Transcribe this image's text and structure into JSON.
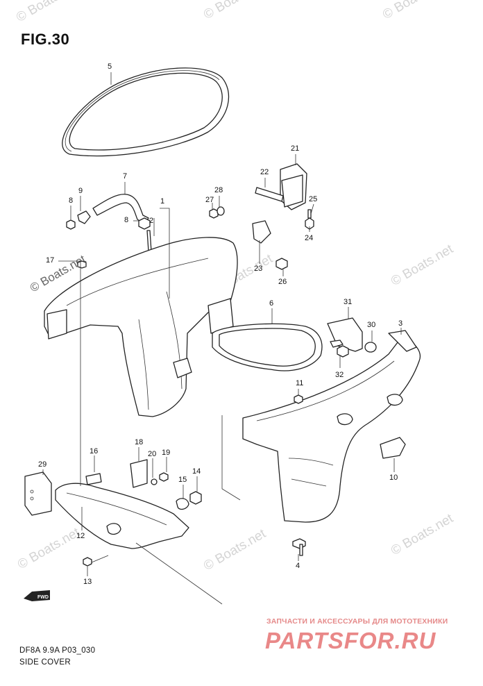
{
  "figure": {
    "title": "FIG.30",
    "model_code": "DF8A 9.9A P03_030",
    "section_name": "SIDE COVER",
    "fwd_label": "FWD"
  },
  "callouts": [
    {
      "id": "5",
      "label": "5"
    },
    {
      "id": "21",
      "label": "21"
    },
    {
      "id": "22",
      "label": "22"
    },
    {
      "id": "7",
      "label": "7"
    },
    {
      "id": "9",
      "label": "9"
    },
    {
      "id": "8a",
      "label": "8"
    },
    {
      "id": "28",
      "label": "28"
    },
    {
      "id": "27",
      "label": "27"
    },
    {
      "id": "1",
      "label": "1"
    },
    {
      "id": "25",
      "label": "25"
    },
    {
      "id": "8b",
      "label": "8"
    },
    {
      "id": "2",
      "label": "2"
    },
    {
      "id": "24",
      "label": "24"
    },
    {
      "id": "17",
      "label": "17"
    },
    {
      "id": "23",
      "label": "23"
    },
    {
      "id": "26",
      "label": "26"
    },
    {
      "id": "6",
      "label": "6"
    },
    {
      "id": "31",
      "label": "31"
    },
    {
      "id": "30",
      "label": "30"
    },
    {
      "id": "3",
      "label": "3"
    },
    {
      "id": "32",
      "label": "32"
    },
    {
      "id": "11",
      "label": "11"
    },
    {
      "id": "18",
      "label": "18"
    },
    {
      "id": "16",
      "label": "16"
    },
    {
      "id": "20",
      "label": "20"
    },
    {
      "id": "19",
      "label": "19"
    },
    {
      "id": "29",
      "label": "29"
    },
    {
      "id": "14",
      "label": "14"
    },
    {
      "id": "15",
      "label": "15"
    },
    {
      "id": "10",
      "label": "10"
    },
    {
      "id": "12",
      "label": "12"
    },
    {
      "id": "4",
      "label": "4"
    },
    {
      "id": "13",
      "label": "13"
    }
  ],
  "watermarks": {
    "boats": "© Boats.net",
    "shop_tagline": "ЗАПЧАСТИ И АКСЕССУАРЫ ДЛЯ МОТОТЕХНИКИ",
    "shop_name": "PARTSFOR.RU"
  }
}
